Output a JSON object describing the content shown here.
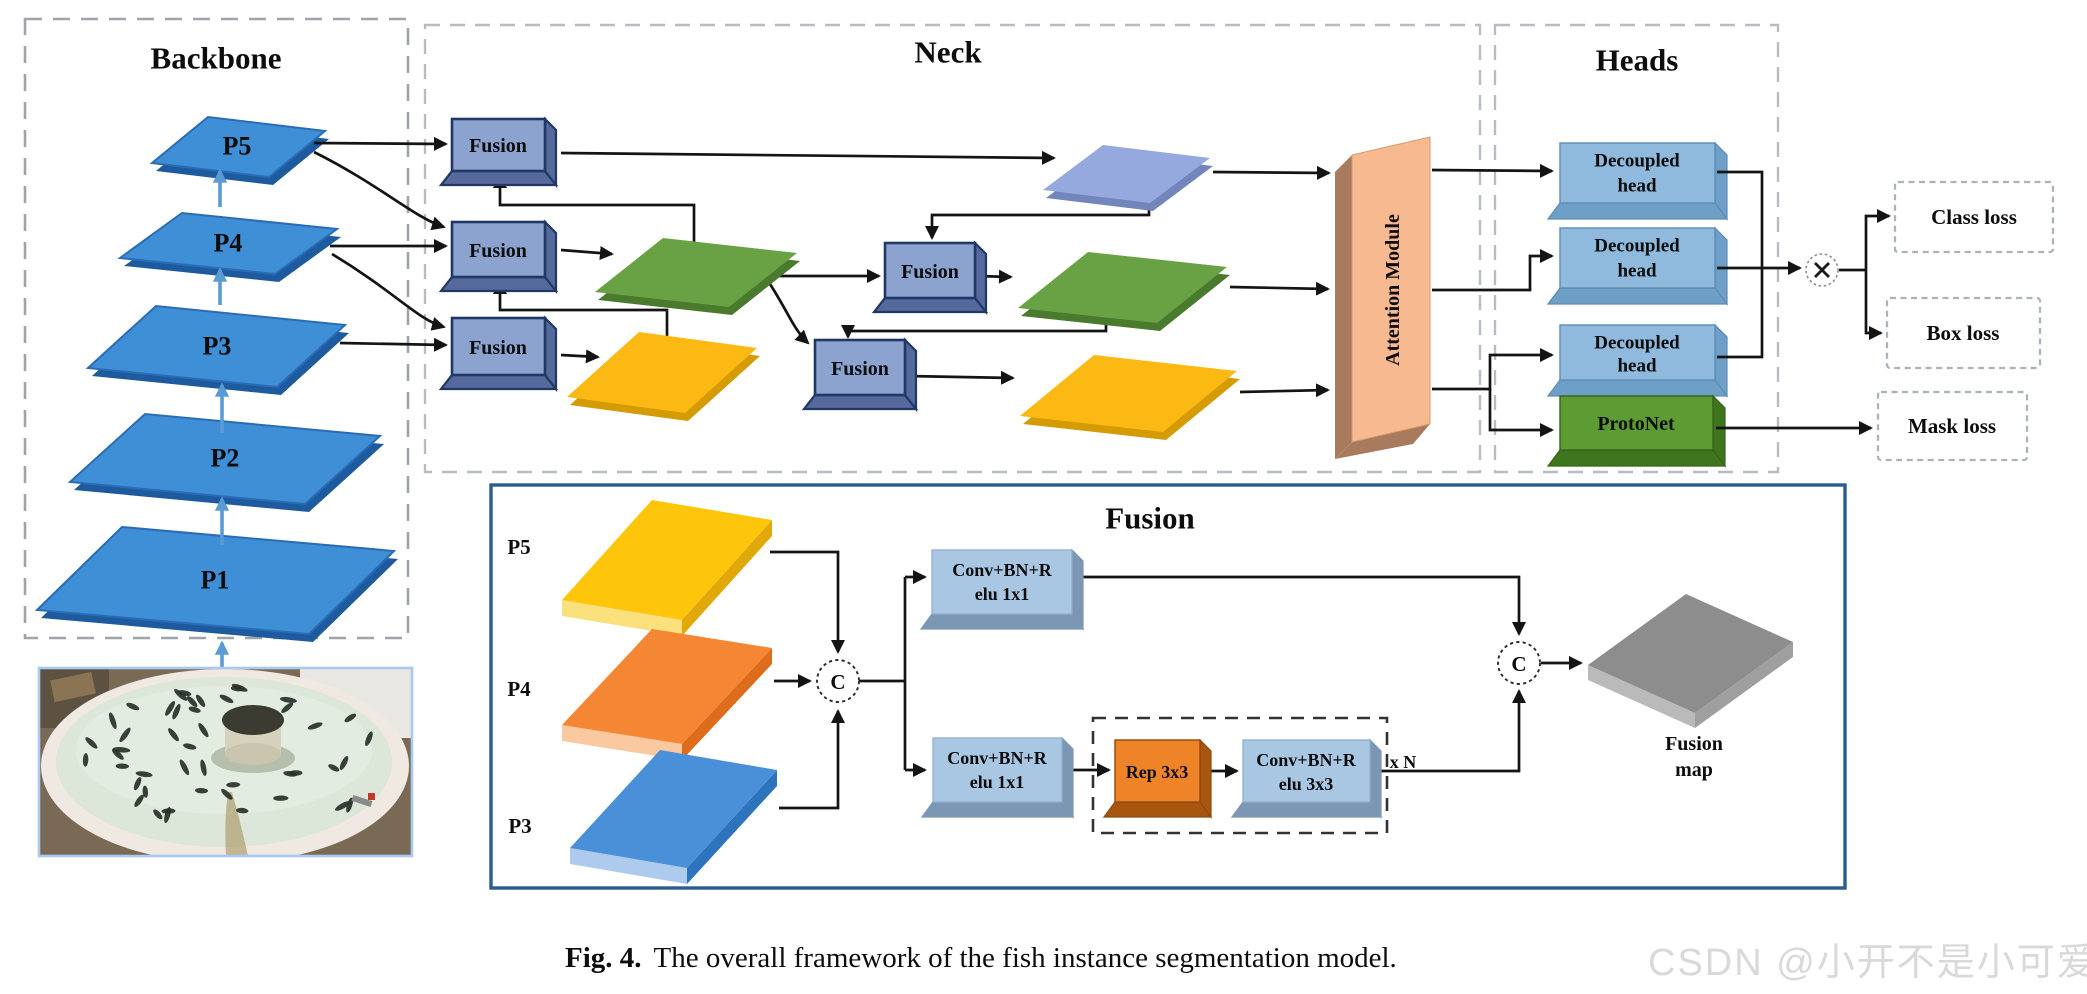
{
  "figure": {
    "caption_prefix": "Fig. 4.",
    "caption_text": "The overall framework of the fish instance segmentation model.",
    "watermark": "CSDN @小开不是小可爱"
  },
  "backbone": {
    "title": "Backbone",
    "levels": [
      "P5",
      "P4",
      "P3",
      "P2",
      "P1"
    ]
  },
  "neck": {
    "title": "Neck",
    "fusion_label": "Fusion",
    "attention_label": "Attention Module"
  },
  "heads": {
    "title": "Heads",
    "decoupled_line1": "Decoupled",
    "decoupled_line2": "head",
    "protonet_label": "ProtoNet"
  },
  "losses": {
    "class_loss": "Class loss",
    "box_loss": "Box loss",
    "mask_loss": "Mask loss"
  },
  "fusion_module": {
    "title": "Fusion",
    "input_labels": [
      "P5",
      "P4",
      "P3"
    ],
    "concat_label": "C",
    "conv1_line1": "Conv+BN+R",
    "conv1_line2": "elu 1x1",
    "conv2_line1": "Conv+BN+R",
    "conv2_line2": "elu 1x1",
    "rep_label": "Rep 3x3",
    "conv3_line1": "Conv+BN+R",
    "conv3_line2": "elu 3x3",
    "repeat_label": "x N",
    "output_line1": "Fusion",
    "output_line2": "map"
  },
  "colors": {
    "backbone_slab": "#3f8fd6",
    "backbone_slab_dark": "#1d5a9e",
    "backbone_arrow": "#5b9bd5",
    "fusion_box": "#8ca3d0",
    "fusion_box_dark": "#55699c",
    "sheet_blue": "#96a9de",
    "sheet_blue_dark": "#7386bb",
    "sheet_green": "#69a244",
    "sheet_green_dark": "#4a7a2d",
    "sheet_yellow": "#fcb813",
    "sheet_yellow_dark": "#d49b04",
    "attention_front": "#f7b98f",
    "attention_side": "#a87a5e",
    "head_box": "#8fb9dd",
    "head_box_dark": "#6e9fc6",
    "protonet": "#5d9b33",
    "protonet_dark": "#3f761d",
    "conv_box": "#a9c6e3",
    "conv_box_dark": "#7b97b3",
    "rep_box": "#ef8327",
    "rep_box_dark": "#a8560f",
    "slab_p5_top": "#fdc60a",
    "slab_p5_front": "#fbe07e",
    "slab_p5_side": "#e0a808",
    "slab_p4_top": "#f58634",
    "slab_p4_front": "#fac9a0",
    "slab_p4_side": "#dd6c1c",
    "slab_p3_top": "#4a90d9",
    "slab_p3_front": "#aecbee",
    "slab_p3_side": "#2e74bd",
    "map_top": "#8d8d8d",
    "map_front": "#bababa",
    "map_side": "#9f9f9f",
    "detail_border": "#2b5c8f",
    "watermark": "#d9d9d9"
  }
}
